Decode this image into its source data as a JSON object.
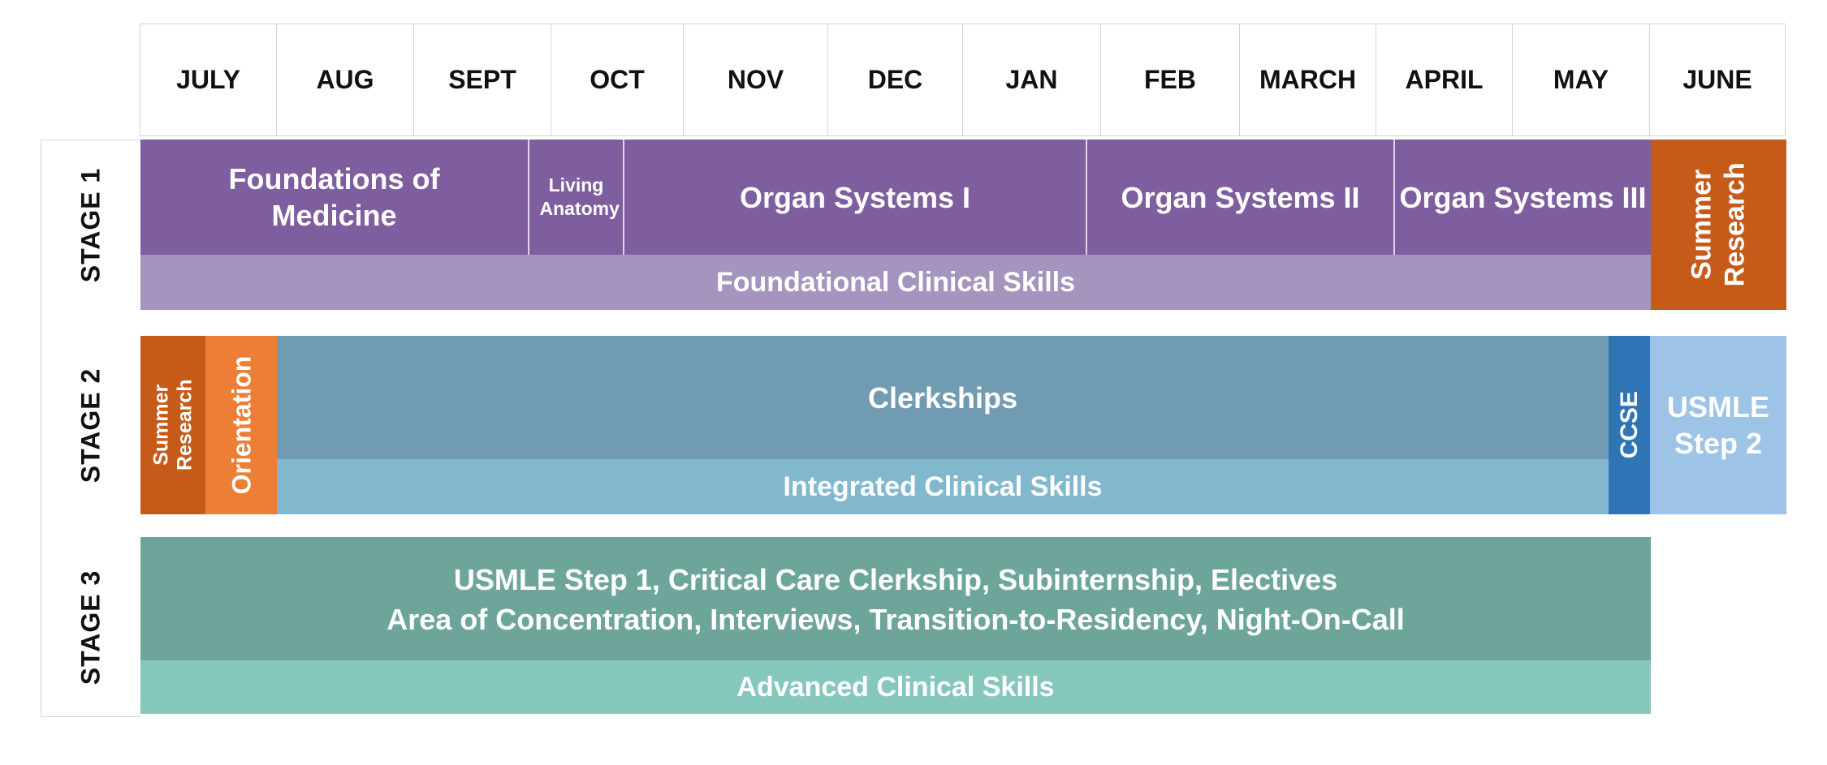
{
  "months": [
    "JULY",
    "AUG",
    "SEPT",
    "OCT",
    "NOV",
    "DEC",
    "JAN",
    "FEB",
    "MARCH",
    "APRIL",
    "MAY",
    "JUNE"
  ],
  "stages": [
    "STAGE 1",
    "STAGE 2",
    "STAGE 3"
  ],
  "stage1": {
    "foundations": "Foundations of Medicine",
    "living_anatomy": "Living Anatomy",
    "organ_systems_1": "Organ Systems I",
    "organ_systems_2": "Organ Systems II",
    "organ_systems_3": "Organ Systems III",
    "foundational_clinical_skills": "Foundational Clinical Skills",
    "summer_research": "Summer Research"
  },
  "stage2": {
    "summer_research": "Summer Research",
    "orientation": "Orientation",
    "clerkships": "Clerkships",
    "integrated_clinical_skills": "Integrated Clinical Skills",
    "ccse": "CCSE",
    "usmle_step2": "USMLE Step 2"
  },
  "stage3": {
    "line1": "USMLE Step 1, Critical Care Clerkship, Subinternship, Electives",
    "line2": "Area of Concentration, Interviews, Transition-to-Residency, Night-On-Call",
    "advanced_clinical_skills": "Advanced Clinical Skills"
  },
  "colors": {
    "stage1_course": "#7e5e9e",
    "stage1_skills": "#a594be",
    "summer_research": "#c65a18",
    "orientation": "#ec7f35",
    "clerkships": "#709bb0",
    "integrated_skills": "#82b8ce",
    "ccse": "#2f74b5",
    "usmle_step2": "#9dc3e6",
    "stage3_main": "#6da59b",
    "advanced_skills": "#86c7bc"
  }
}
